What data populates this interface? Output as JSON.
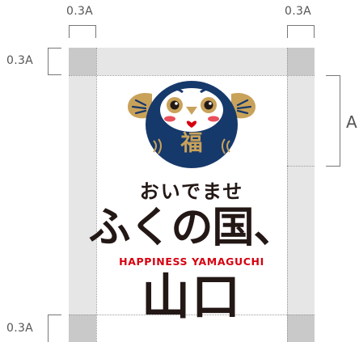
{
  "dimensions": {
    "top_left": "0.3A",
    "top_right": "0.3A",
    "left_top": "0.3A",
    "left_bottom": "0.3A",
    "right": "A"
  },
  "logo": {
    "mascot_label": "福",
    "tagline": "おいでませ",
    "headline": "ふくの国、",
    "subtitle": "HAPPINESS YAMAGUCHI",
    "city": "山口"
  },
  "colors": {
    "mascot_navy": "#16396b",
    "gold": "#c9a25a",
    "red": "#d7000f",
    "ink": "#231815"
  }
}
